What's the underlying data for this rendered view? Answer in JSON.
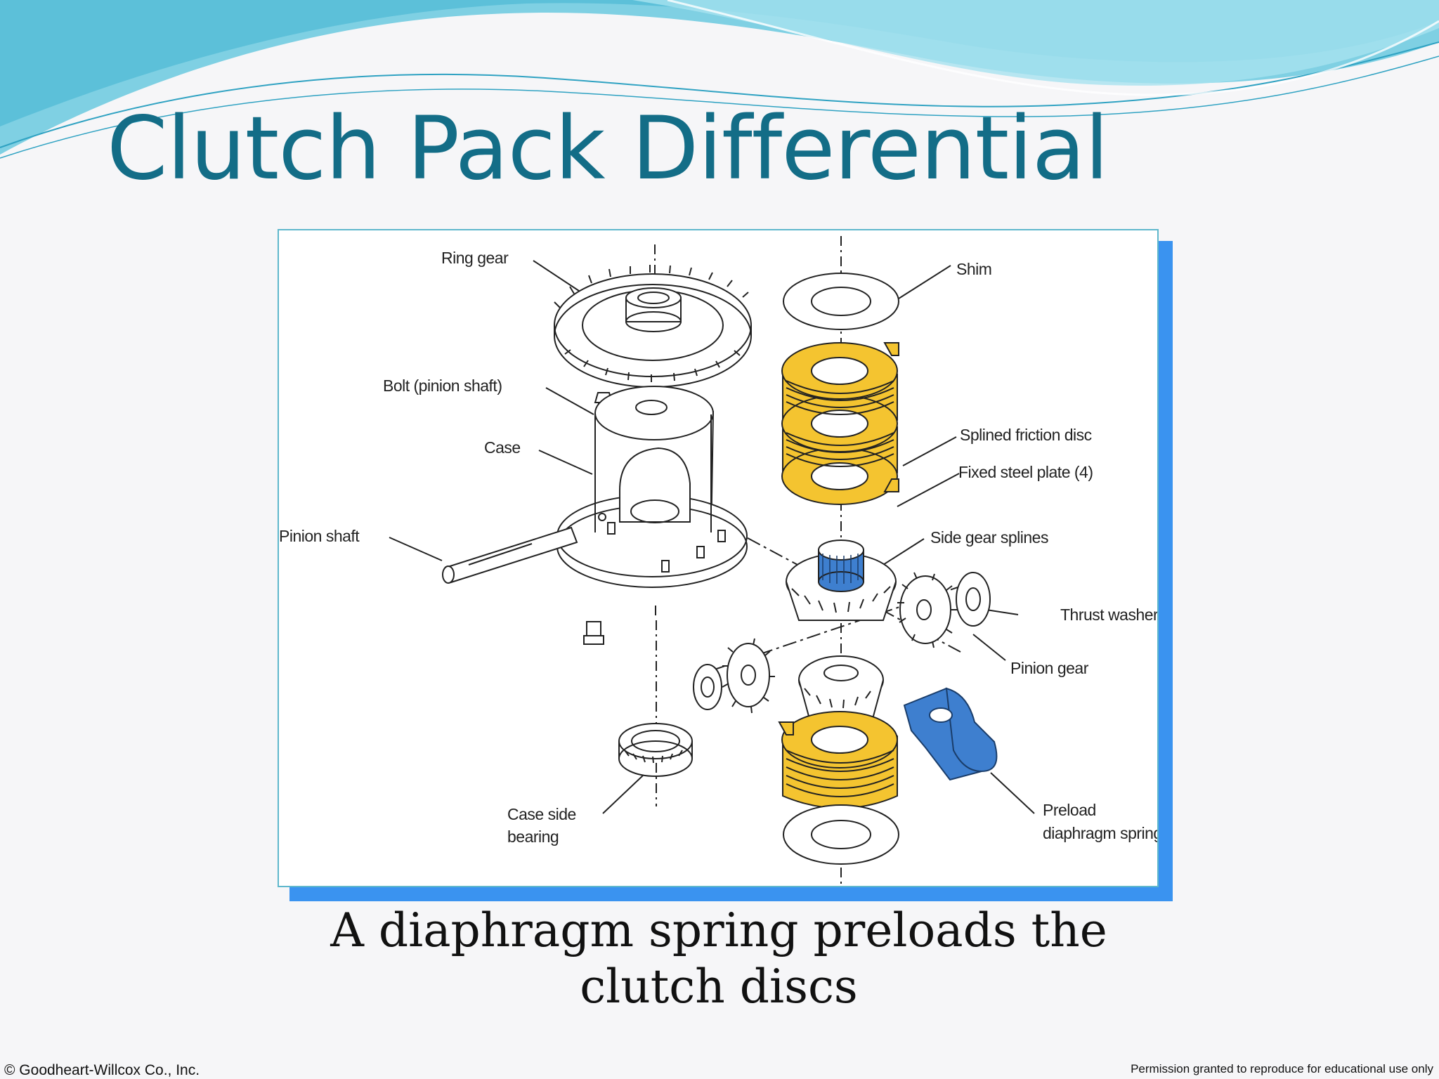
{
  "slide": {
    "title": "Clutch Pack Differential",
    "caption_line1": "A diaphragm spring preloads the",
    "caption_line2": "clutch discs",
    "footer_left": "© Goodheart-Willcox Co., Inc.",
    "footer_right": "Permission granted to reproduce for educational use only"
  },
  "diagram": {
    "labels": {
      "ring_gear": "Ring gear",
      "bolt": "Bolt (pinion shaft)",
      "case": "Case",
      "pinion_shaft": "Pinion shaft",
      "case_side_bearing_1": "Case side",
      "case_side_bearing_2": "bearing",
      "shim": "Shim",
      "splined_friction_disc": "Splined friction disc",
      "fixed_steel_plate": "Fixed steel plate (4)",
      "side_gear_splines": "Side gear splines",
      "thrust_washer": "Thrust washer",
      "pinion_gear": "Pinion gear",
      "preload_1": "Preload",
      "preload_2": "diaphragm spring"
    }
  },
  "colors": {
    "title": "#136d87",
    "clutch_disc": "#f4c430",
    "spring": "#3e7fcf",
    "frame_shadow": "#3a93f0",
    "wave_dark": "#5cc0d9",
    "wave_light": "#a8e2ef"
  }
}
